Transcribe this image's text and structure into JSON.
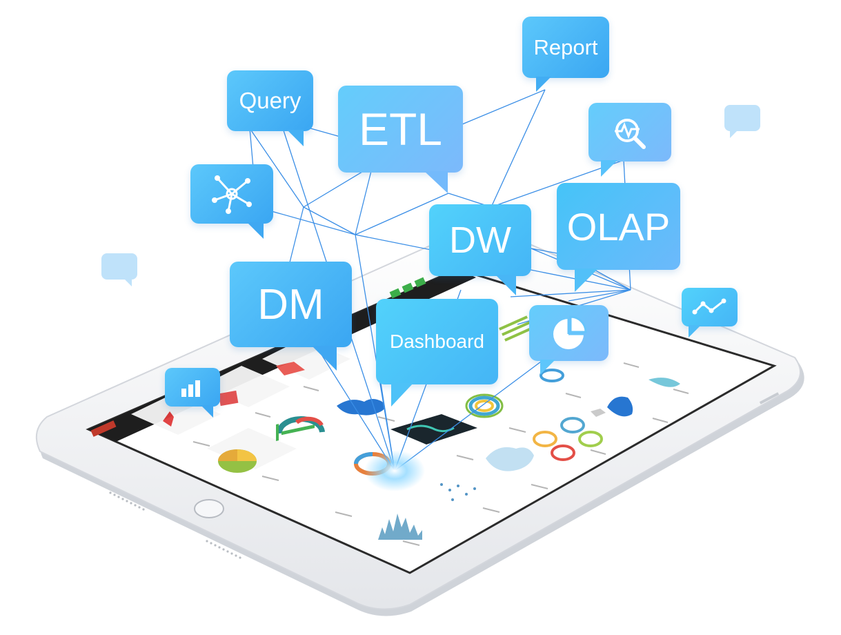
{
  "bubbles": {
    "report": "Report",
    "query": "Query",
    "etl": "ETL",
    "dw": "DW",
    "olap": "OLAP",
    "dm": "DM",
    "dashboard": "Dashboard"
  },
  "icons": [
    "network-icon",
    "search-analytics-icon",
    "pie-chart-icon",
    "bar-chart-icon",
    "line-chart-icon"
  ],
  "colors": {
    "bubble_blue": "#4bb9f6",
    "bubble_light": "#bfe2fa",
    "line_blue": "#3a8ee6",
    "tablet_frame": "#f4f5f7"
  }
}
